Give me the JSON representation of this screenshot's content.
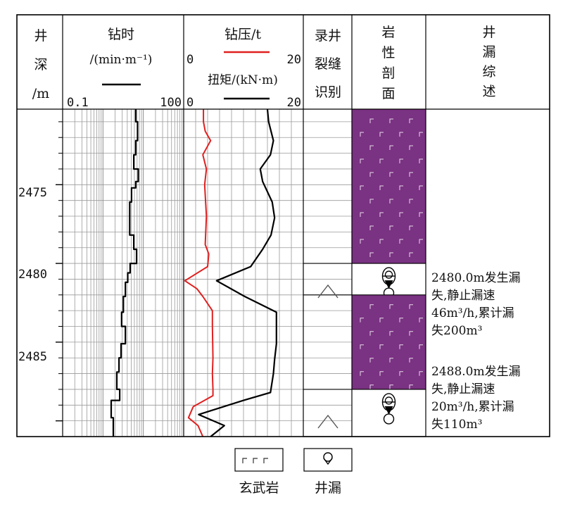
{
  "headers": {
    "depth": [
      "井",
      "深",
      "/m"
    ],
    "drilltime": {
      "title": "钻时",
      "unit": "/(min·m⁻¹)",
      "scale_min": "0.1",
      "scale_max": "100"
    },
    "wob": {
      "title": "钻压/t",
      "scale_min": "0",
      "scale_max": "20"
    },
    "torque": {
      "title": "扭矩/(kN·m)",
      "scale_min": "0",
      "scale_max": "20"
    },
    "fracture": [
      "录井",
      "裂缝",
      "识别"
    ],
    "lithology": [
      "岩",
      "性",
      "剖",
      "面"
    ],
    "summary": [
      "井",
      "漏",
      "综",
      "述"
    ]
  },
  "depth_ticks": [
    "2475",
    "2480",
    "2485"
  ],
  "summaries": [
    {
      "lines": [
        "2480.0m发生漏",
        "失,静止漏速",
        "46m³/h,累计漏",
        "失200m³"
      ]
    },
    {
      "lines": [
        "2488.0m发生漏",
        "失,静止漏速",
        "20m³/h,累计漏",
        "失110m³"
      ]
    }
  ],
  "legend": [
    {
      "label": "玄武岩",
      "icon": "basalt-pattern"
    },
    {
      "label": "井漏",
      "icon": "lost-circulation-symbol"
    }
  ],
  "colors": {
    "basalt": "#7a3282",
    "wob_curve": "#e02020",
    "torque_curve": "#000000"
  },
  "chart_data": {
    "type": "line",
    "ylim": [
      2470.2,
      2491
    ],
    "y_ticks": [
      2475,
      2480,
      2485
    ],
    "series": [
      {
        "name": "钻时",
        "scale": "log",
        "xlim": [
          0.1,
          100
        ],
        "points": [
          [
            2470.2,
            6.5
          ],
          [
            2471,
            6.5
          ],
          [
            2471,
            7.2
          ],
          [
            2472.2,
            7.2
          ],
          [
            2472.2,
            6.5
          ],
          [
            2473.1,
            6.5
          ],
          [
            2473.1,
            5.8
          ],
          [
            2474,
            5.8
          ],
          [
            2474,
            7.5
          ],
          [
            2474.8,
            7.5
          ],
          [
            2474.8,
            6.5
          ],
          [
            2475.2,
            6.5
          ],
          [
            2475.2,
            5.1
          ],
          [
            2476.1,
            5.1
          ],
          [
            2476.1,
            4.6
          ],
          [
            2478.2,
            4.6
          ],
          [
            2478.2,
            5.8
          ],
          [
            2479.1,
            5.8
          ],
          [
            2479.1,
            6.8
          ],
          [
            2480,
            6.8
          ],
          [
            2480,
            4.7
          ],
          [
            2480.6,
            4.7
          ],
          [
            2480.6,
            4.1
          ],
          [
            2481.2,
            4.1
          ],
          [
            2481.2,
            3.6
          ],
          [
            2482.1,
            3.6
          ],
          [
            2482.1,
            3.2
          ],
          [
            2483.1,
            3.2
          ],
          [
            2483.1,
            2.9
          ],
          [
            2484,
            2.9
          ],
          [
            2484,
            3.6
          ],
          [
            2485.1,
            3.6
          ],
          [
            2485.1,
            2.8
          ],
          [
            2486,
            2.8
          ],
          [
            2486,
            2.5
          ],
          [
            2486.9,
            2.5
          ],
          [
            2486.9,
            2.2
          ],
          [
            2488,
            2.2
          ],
          [
            2488,
            2.6
          ],
          [
            2488.7,
            2.6
          ],
          [
            2488.7,
            1.6
          ],
          [
            2489.8,
            1.6
          ],
          [
            2489.8,
            1.8
          ],
          [
            2491,
            1.8
          ]
        ]
      },
      {
        "name": "钻压",
        "xlim": [
          0,
          20
        ],
        "points": [
          [
            2470.2,
            3.3
          ],
          [
            2471,
            3.3
          ],
          [
            2471.6,
            3.6
          ],
          [
            2472.2,
            4.5
          ],
          [
            2473.1,
            3.2
          ],
          [
            2474,
            3.8
          ],
          [
            2475,
            3.5
          ],
          [
            2477,
            3.8
          ],
          [
            2478.8,
            3.6
          ],
          [
            2479.4,
            4.2
          ],
          [
            2480.2,
            4
          ],
          [
            2481.1,
            0.2
          ],
          [
            2481.6,
            2.2
          ],
          [
            2482.1,
            3.2
          ],
          [
            2483,
            4.8
          ],
          [
            2484,
            4.8
          ],
          [
            2486,
            4.9
          ],
          [
            2487,
            4.8
          ],
          [
            2488,
            4.9
          ],
          [
            2488.4,
            4.9
          ],
          [
            2489.1,
            1.6
          ],
          [
            2489.8,
            0.8
          ],
          [
            2490.3,
            2.4
          ],
          [
            2491,
            3.2
          ]
        ]
      },
      {
        "name": "扭矩",
        "xlim": [
          0,
          20
        ],
        "points": [
          [
            2470.2,
            14
          ],
          [
            2471,
            14.2
          ],
          [
            2472.2,
            15
          ],
          [
            2473.1,
            14.5
          ],
          [
            2474,
            12.8
          ],
          [
            2474.8,
            13.2
          ],
          [
            2476.1,
            14.8
          ],
          [
            2477.1,
            15.2
          ],
          [
            2478.2,
            14.6
          ],
          [
            2479.1,
            13.2
          ],
          [
            2480.2,
            11.2
          ],
          [
            2481.1,
            5.5
          ],
          [
            2482.1,
            10.2
          ],
          [
            2483.1,
            15.5
          ],
          [
            2485.1,
            15.5
          ],
          [
            2486.1,
            15.2
          ],
          [
            2487,
            15
          ],
          [
            2488.2,
            14.5
          ],
          [
            2488.7,
            10
          ],
          [
            2489.6,
            2.5
          ],
          [
            2490.3,
            6.8
          ],
          [
            2491,
            4.5
          ]
        ]
      }
    ],
    "lithology": [
      {
        "from": 2470.2,
        "to": 2480.0,
        "rock": "玄武岩"
      },
      {
        "from": 2480.0,
        "to": 2482.0,
        "rock": "井漏"
      },
      {
        "from": 2482.0,
        "to": 2488.0,
        "rock": "玄武岩"
      },
      {
        "from": 2488.0,
        "to": 2491.0,
        "rock": "井漏"
      }
    ]
  }
}
